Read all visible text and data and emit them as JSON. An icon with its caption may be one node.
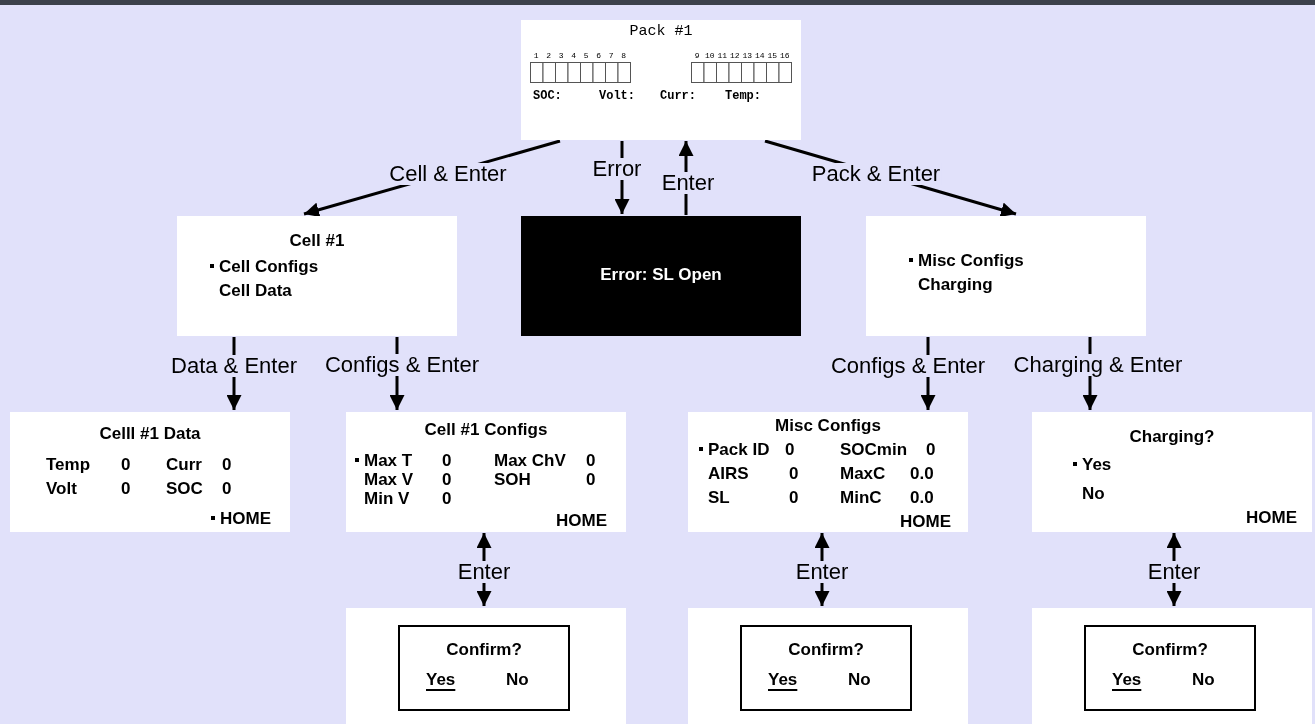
{
  "diagram": {
    "nodes": [
      {
        "text": [
          "Pack #1",
          "1",
          "2",
          "3",
          "4",
          "5",
          "6",
          "7",
          "8",
          "9",
          "10",
          "11",
          "12",
          "13",
          "14",
          "15",
          "16",
          "SOC:",
          "Volt:",
          "Curr:",
          "Temp:"
        ]
      },
      {
        "text": [
          "Cell #1",
          "Cell Configs",
          "Cell Data"
        ]
      },
      {
        "text": [
          "Error: SL Open"
        ]
      },
      {
        "text": [
          "Misc Configs",
          "Charging"
        ]
      },
      {
        "text": [
          "Celll #1 Data",
          "Temp",
          "0",
          "Curr",
          "0",
          "Volt",
          "0",
          "SOC",
          "0",
          "HOME"
        ]
      },
      {
        "text": [
          "Cell #1 Configs",
          "Max T",
          "0",
          "Max ChV",
          "0",
          "Max V",
          "0",
          "SOH",
          "0",
          "Min V",
          "0",
          "HOME"
        ]
      },
      {
        "text": [
          "Misc Configs",
          "Pack ID",
          "0",
          "SOCmin",
          "0",
          "AIRS",
          "0",
          "MaxC",
          "0.0",
          "SL",
          "0",
          "MinC",
          "0.0",
          "HOME"
        ]
      },
      {
        "text": [
          "Charging?",
          "Yes",
          "No",
          "HOME"
        ]
      },
      {
        "text": [],
        "shape": "box"
      },
      {
        "text": [
          "Confirm?",
          "Yes",
          "No"
        ],
        "in": 8
      },
      {
        "text": [],
        "shape": "box"
      },
      {
        "text": [
          "Confirm?",
          "Yes",
          "No"
        ],
        "in": 10
      },
      {
        "text": [],
        "shape": "box"
      },
      {
        "text": [
          "Confirm?",
          "Yes",
          "No"
        ],
        "in": 12
      }
    ],
    "edges": [
      {
        "from": 0,
        "to": 1,
        "arrow": "to",
        "label": "Cell & Enter"
      },
      {
        "from": 0,
        "to": 2,
        "arrow": "to",
        "label": "Error"
      },
      {
        "from": 2,
        "to": 0,
        "arrow": "to",
        "label": "Enter"
      },
      {
        "from": 0,
        "to": 3,
        "arrow": "to",
        "label": "Pack & Enter"
      },
      {
        "from": 1,
        "to": 4,
        "arrow": "to",
        "label": "Data & Enter"
      },
      {
        "from": 1,
        "to": 5,
        "arrow": "to",
        "label": "Configs & Enter"
      },
      {
        "from": 3,
        "to": 6,
        "arrow": "to",
        "label": "Configs & Enter"
      },
      {
        "from": 3,
        "to": 7,
        "arrow": "to",
        "label": "Charging & Enter"
      },
      {
        "from": 5,
        "to": 8,
        "arrow": "both",
        "label": "Enter"
      },
      {
        "from": 6,
        "to": 10,
        "arrow": "both",
        "label": "Enter"
      },
      {
        "from": 7,
        "to": 12,
        "arrow": "both",
        "label": "Enter"
      }
    ]
  }
}
